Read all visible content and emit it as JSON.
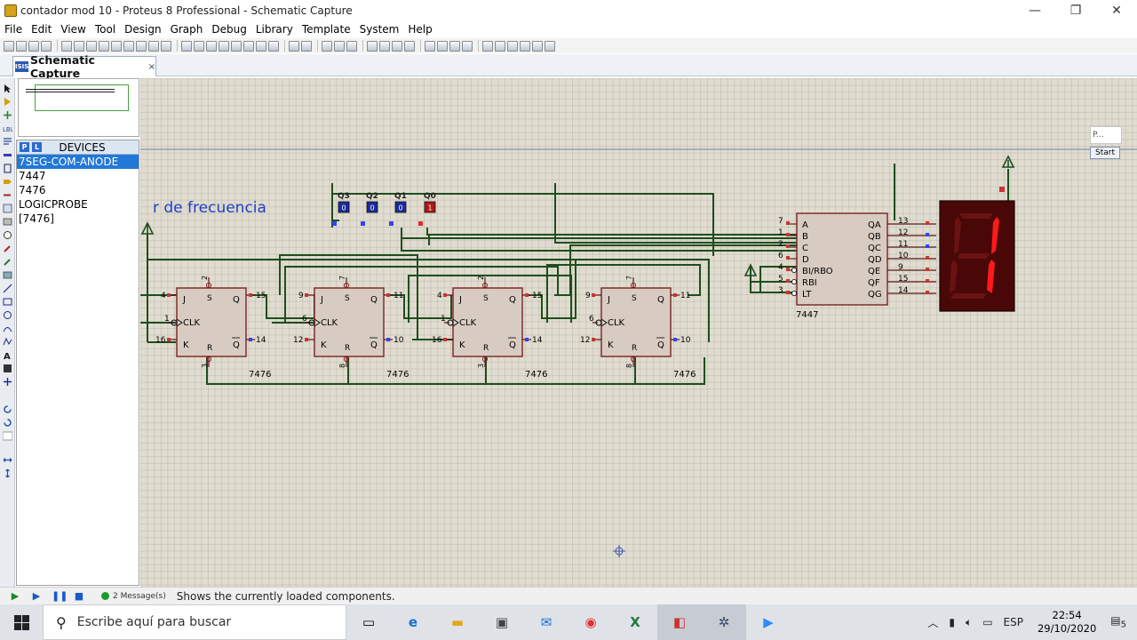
{
  "window": {
    "title": "contador mod 10 - Proteus 8 Professional - Schematic Capture",
    "minimize": "—",
    "maximize": "❐",
    "close": "✕"
  },
  "menu": [
    "File",
    "Edit",
    "View",
    "Tool",
    "Design",
    "Graph",
    "Debug",
    "Library",
    "Template",
    "System",
    "Help"
  ],
  "tab": {
    "label": "Schematic Capture",
    "close": "×",
    "icon": "ISIS"
  },
  "devices": {
    "title": "DEVICES",
    "btn_p": "P",
    "btn_l": "L",
    "items": [
      "7SEG-COM-ANODE",
      "7447",
      "7476",
      "LOGICPROBE",
      "[7476]"
    ],
    "selected": 0
  },
  "schematic": {
    "label_text": "r de frecuencia",
    "probes": [
      {
        "name": "Q3",
        "value": "0"
      },
      {
        "name": "Q2",
        "value": "0"
      },
      {
        "name": "Q1",
        "value": "0"
      },
      {
        "name": "Q0",
        "value": "1"
      }
    ],
    "flipflops": [
      {
        "part": "7476",
        "pins": {
          "j": "4",
          "clk": "1",
          "k": "16",
          "s": "2",
          "r": "3",
          "q": "15",
          "qn": "14"
        }
      },
      {
        "part": "7476",
        "pins": {
          "j": "9",
          "clk": "6",
          "k": "12",
          "s": "7",
          "r": "8",
          "q": "11",
          "qn": "10"
        }
      },
      {
        "part": "7476",
        "pins": {
          "j": "4",
          "clk": "1",
          "k": "16",
          "s": "2",
          "r": "3",
          "q": "15",
          "qn": "14"
        }
      },
      {
        "part": "7476",
        "pins": {
          "j": "9",
          "clk": "6",
          "k": "12",
          "s": "7",
          "r": "8",
          "q": "11",
          "qn": "10"
        }
      }
    ],
    "pin_labels": {
      "j": "J",
      "clk": "CLK",
      "k": "K",
      "s": "S",
      "r": "R",
      "q": "Q",
      "qn": "Q"
    },
    "decoder": {
      "part": "7447",
      "inputs": [
        {
          "label": "A",
          "pin": "7"
        },
        {
          "label": "B",
          "pin": "1"
        },
        {
          "label": "C",
          "pin": "2"
        },
        {
          "label": "D",
          "pin": "6"
        },
        {
          "label": "BI/RBO",
          "pin": "4"
        },
        {
          "label": "RBI",
          "pin": "5"
        },
        {
          "label": "LT",
          "pin": "3"
        }
      ],
      "outputs": [
        {
          "label": "QA",
          "pin": "13"
        },
        {
          "label": "QB",
          "pin": "12"
        },
        {
          "label": "QC",
          "pin": "11"
        },
        {
          "label": "QD",
          "pin": "10"
        },
        {
          "label": "QE",
          "pin": "9"
        },
        {
          "label": "QF",
          "pin": "15"
        },
        {
          "label": "QG",
          "pin": "14"
        }
      ]
    },
    "display_digit": "1",
    "colors": {
      "wire": "#1e4e1e",
      "chip_fill": "#d8ccc2",
      "chip_border": "#7a2222",
      "pin": "#cc3333",
      "display_bg": "#4a0707",
      "seg_on": "#ff1a1a",
      "seg_off": "#6a1212",
      "text_blue": "#1f3fc8"
    }
  },
  "start_widget": {
    "top": "P...",
    "button": "Start"
  },
  "statusbar": {
    "messages": "2 Message(s)",
    "text": "Shows the currently loaded components."
  },
  "taskbar": {
    "search_placeholder": "Escribe aquí para buscar",
    "tray_lang": "ESP",
    "time": "22:54",
    "date": "29/10/2020",
    "notifications": "5"
  }
}
